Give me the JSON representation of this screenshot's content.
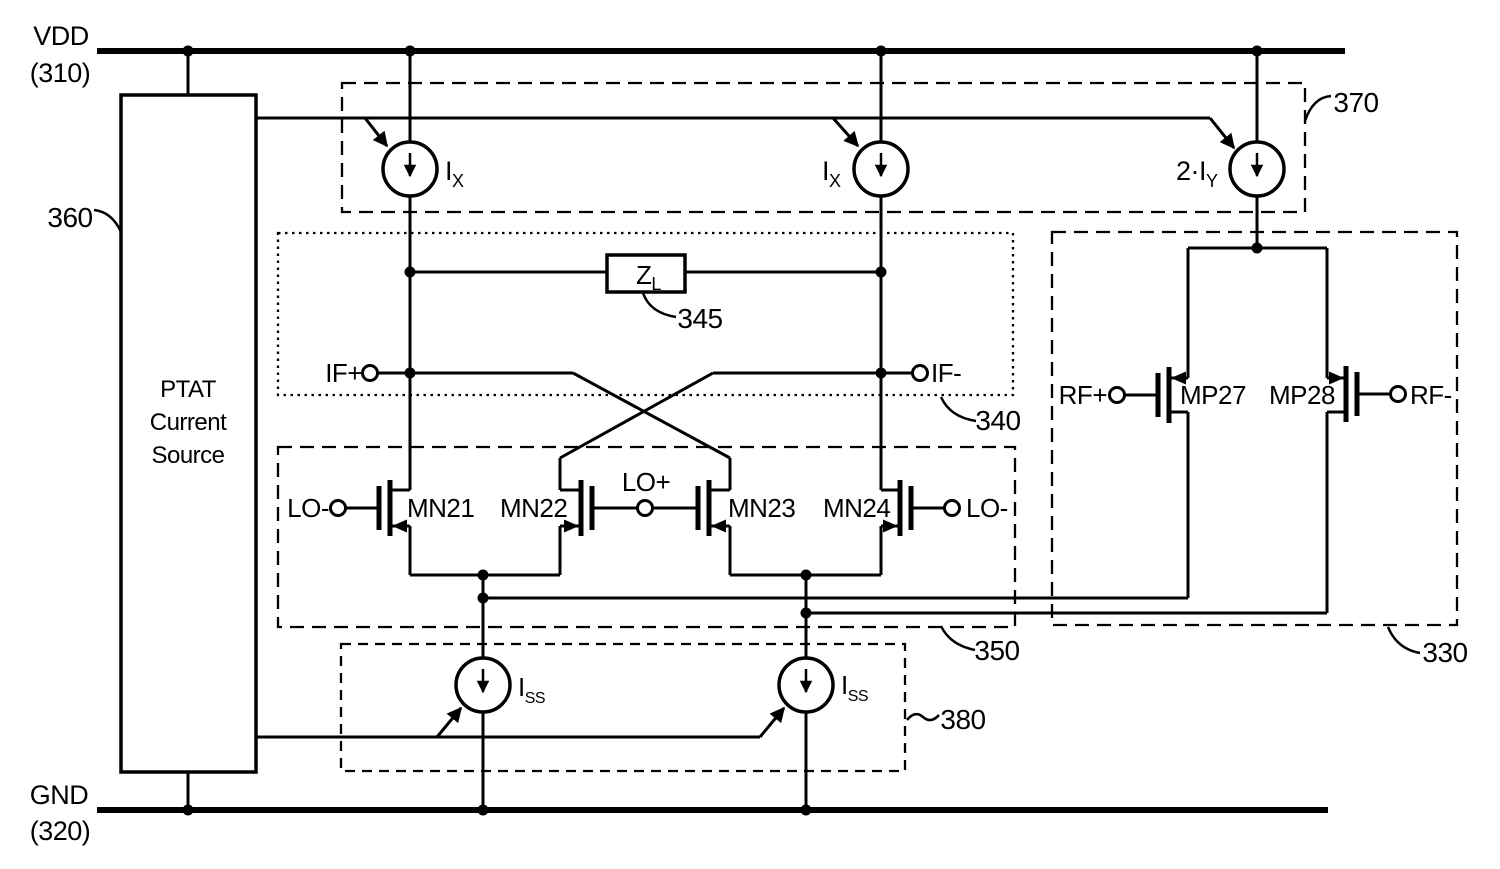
{
  "colors": {
    "ink": "#000000",
    "background": "#ffffff"
  },
  "rails": {
    "vdd": {
      "label": "VDD",
      "ref": "(310)"
    },
    "gnd": {
      "label": "GND",
      "ref": "(320)"
    }
  },
  "ptat": {
    "ref": "360",
    "line1": "PTAT",
    "line2": "Current",
    "line3": "Source"
  },
  "bias_top": {
    "ref": "370",
    "ix1": {
      "main": "I",
      "sub": "X"
    },
    "ix2": {
      "main": "I",
      "sub": "X"
    },
    "iy": {
      "main": "2·I",
      "sub": "Y"
    }
  },
  "load": {
    "ref": "345",
    "main": "Z",
    "sub": "L"
  },
  "if_outputs": {
    "ref": "340",
    "plus": "IF+",
    "minus": "IF-"
  },
  "lo_quad": {
    "ref": "350",
    "lo_minus_left": "LO-",
    "lo_plus": "LO+",
    "lo_minus_right": "LO-",
    "mn21": "MN21",
    "mn22": "MN22",
    "mn23": "MN23",
    "mn24": "MN24"
  },
  "rf_pair": {
    "ref": "330",
    "rf_plus": "RF+",
    "rf_minus": "RF-",
    "mp27": "MP27",
    "mp28": "MP28"
  },
  "tail_bias": {
    "ref": "380",
    "iss1": {
      "main": "I",
      "sub": "SS"
    },
    "iss2": {
      "main": "I",
      "sub": "SS"
    }
  }
}
